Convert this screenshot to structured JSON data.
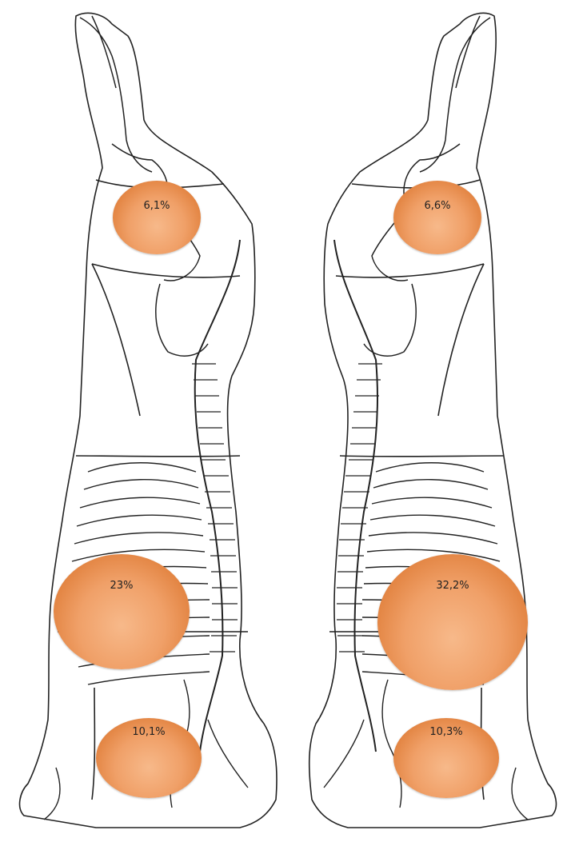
{
  "left_carcass": {
    "labels": {
      "top": "6,1%",
      "middle": "23%",
      "bottom": "10,1%"
    }
  },
  "right_carcass": {
    "labels": {
      "top": "6,6%",
      "middle": "32,2%",
      "bottom": "10,3%"
    }
  },
  "colors": {
    "bubble": "#ef9a5a",
    "line": "#222222"
  }
}
